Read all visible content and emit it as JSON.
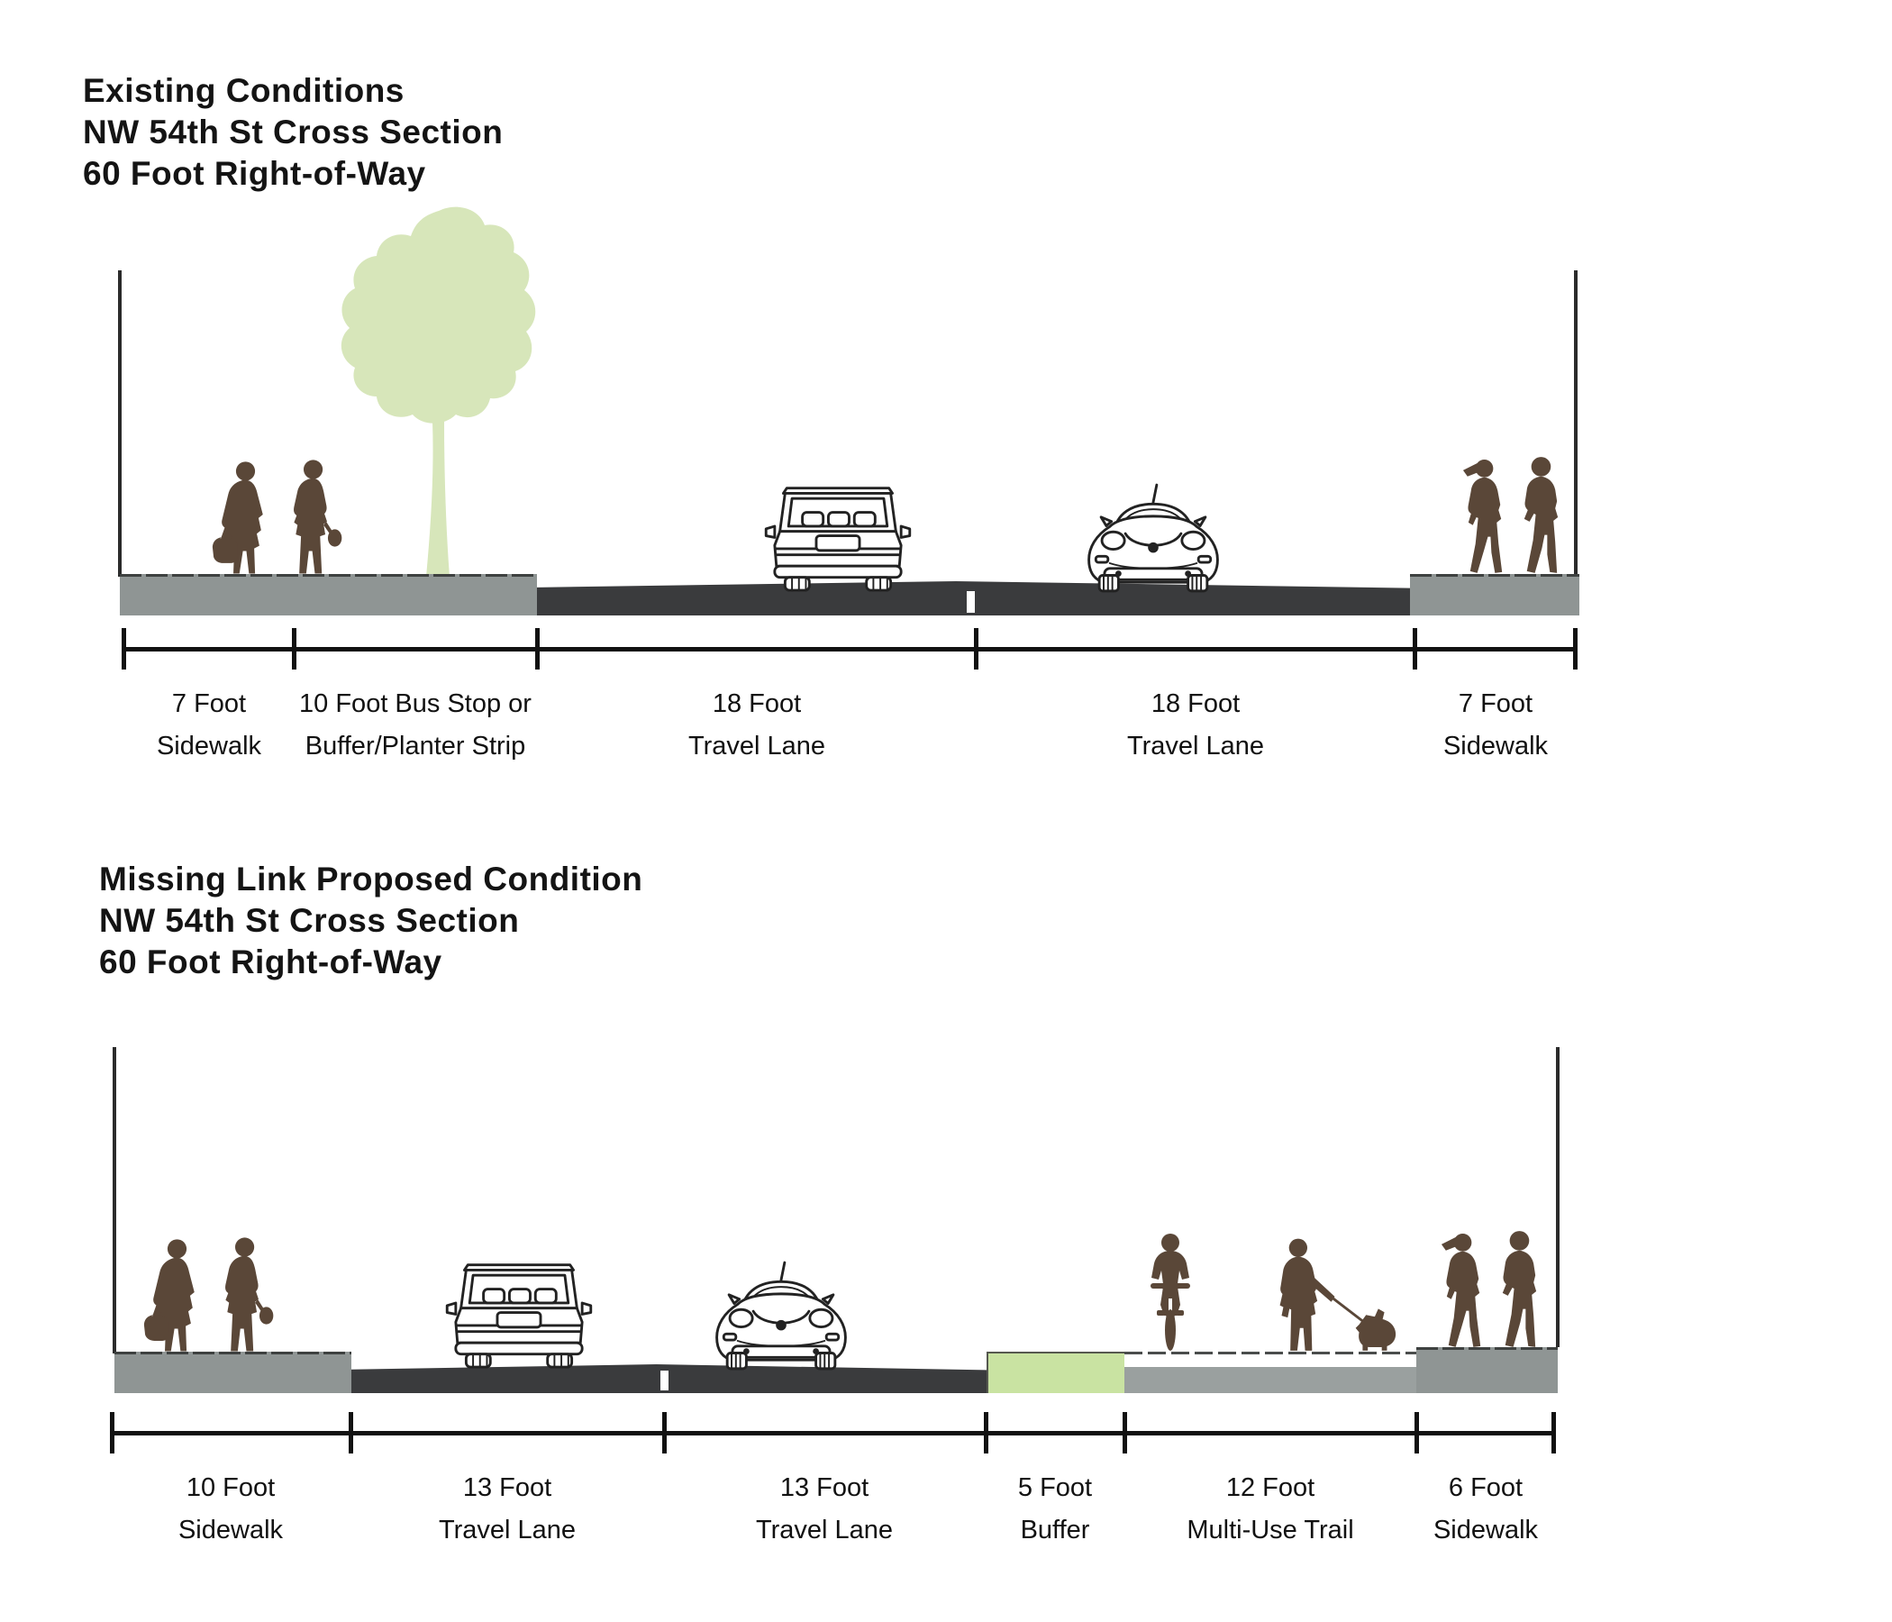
{
  "colors": {
    "background": "#ffffff",
    "text": "#141414",
    "people_silhouette": "#5a4738",
    "sidewalk_gray": "#8f9594",
    "road_dark": "#3a3b3d",
    "tree_green": "#d7e6ba",
    "buffer_green": "#c9e3a2",
    "trail_surface_white": "#ffffff",
    "dimension_line": "#111111"
  },
  "existing": {
    "title": [
      "Existing Conditions",
      "NW 54th St Cross Section",
      "60 Foot Right-of-Way"
    ],
    "segments": [
      {
        "line1": "7 Foot",
        "line2": "Sidewalk"
      },
      {
        "line1": "10 Foot Bus Stop or",
        "line2": "Buffer/Planter Strip"
      },
      {
        "line1": "18 Foot",
        "line2": "Travel Lane"
      },
      {
        "line1": "18 Foot",
        "line2": "Travel Lane"
      },
      {
        "line1": "7 Foot",
        "line2": "Sidewalk"
      }
    ]
  },
  "proposed": {
    "title": [
      "Missing Link Proposed Condition",
      "NW 54th St Cross Section",
      "60 Foot Right-of-Way"
    ],
    "segments": [
      {
        "line1": "10 Foot",
        "line2": "Sidewalk"
      },
      {
        "line1": "13 Foot",
        "line2": "Travel Lane"
      },
      {
        "line1": "13 Foot",
        "line2": "Travel Lane"
      },
      {
        "line1": "5 Foot",
        "line2": "Buffer"
      },
      {
        "line1": "12 Foot",
        "line2": "Multi-Use Trail"
      },
      {
        "line1": "6 Foot",
        "line2": "Sidewalk"
      }
    ]
  }
}
